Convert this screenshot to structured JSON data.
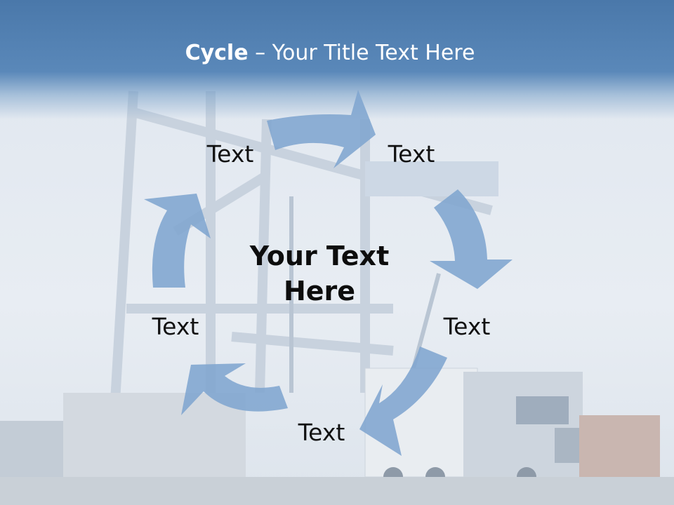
{
  "slide": {
    "title_bold": "Cycle",
    "title_rest": " – Your Title Text Here",
    "center_text": "Your Text Here",
    "nodes": [
      "Text",
      "Text",
      "Text",
      "Text",
      "Text"
    ]
  },
  "colors": {
    "header": "#4a78aa",
    "arrow": "#7fa5cf",
    "text": "#111111",
    "title": "#ffffff"
  },
  "background": {
    "description_icons": [
      "crane-icon",
      "truck-icon",
      "container-icon"
    ]
  }
}
